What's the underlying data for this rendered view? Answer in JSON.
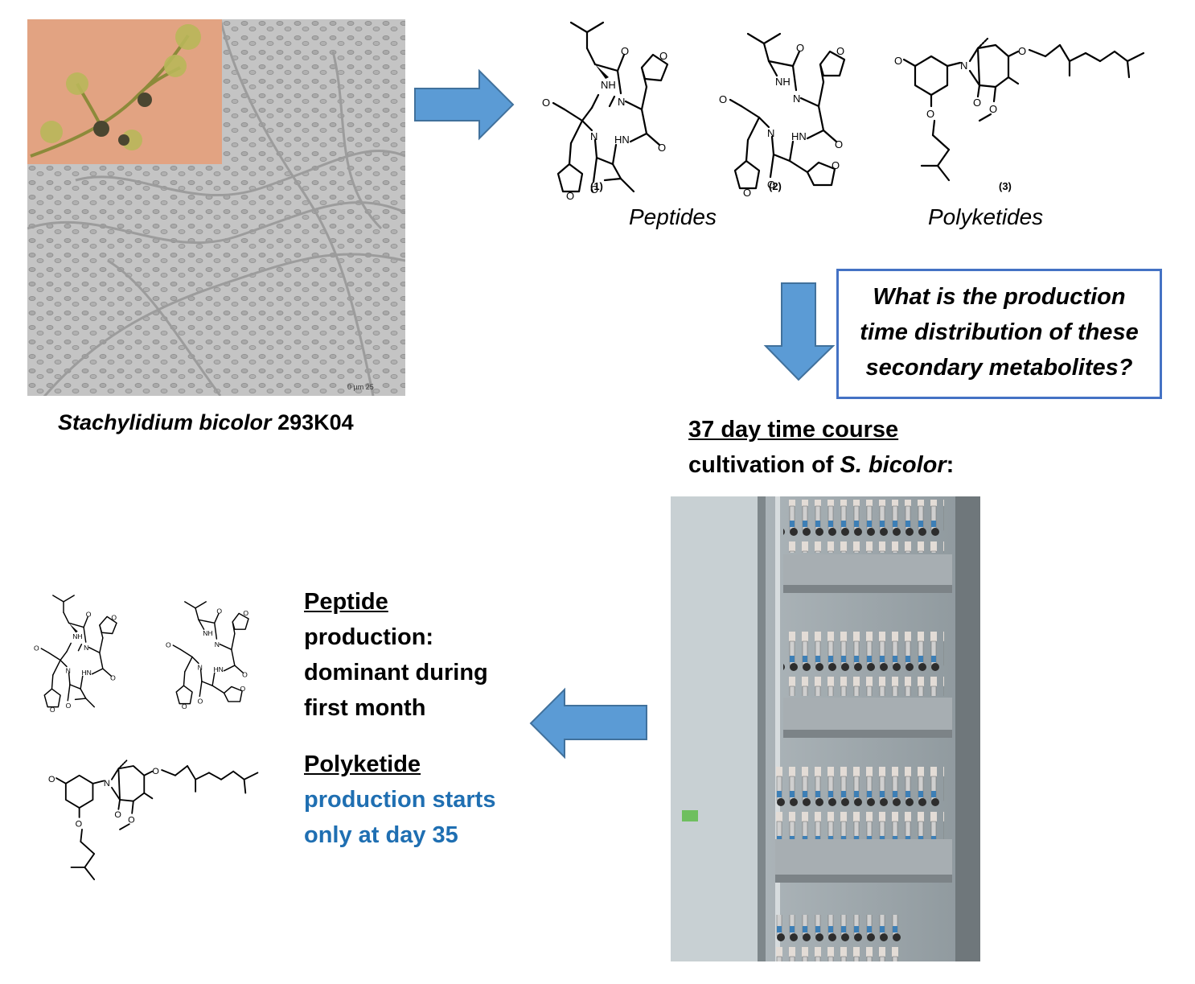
{
  "microscopy": {
    "species_name": "Stachylidium bicolor",
    "strain": "293K04",
    "scale_bar_text": "0 µm 25"
  },
  "compounds": {
    "labels": [
      "(1)",
      "(2)",
      "(3)"
    ],
    "peptides_label": "Peptides",
    "polyketides_label": "Polyketides"
  },
  "question": {
    "line1": "What is the production",
    "line2": "time distribution of these",
    "line3": "secondary metabolites?"
  },
  "time_course": {
    "heading": "37 day time course",
    "line2_prefix": "cultivation of ",
    "line2_species": "S. bicolor",
    "line2_suffix": ":"
  },
  "results": {
    "peptide_heading": "Peptide",
    "peptide_line1": "production:",
    "peptide_line2": "dominant during",
    "peptide_line3": "first month",
    "polyketide_heading": "Polyketide",
    "polyketide_line1": "production starts",
    "polyketide_line2": "only at day 35"
  },
  "colors": {
    "arrow_fill": "#5b9bd5",
    "arrow_stroke": "#41719c",
    "box_border": "#4472c4",
    "highlight_text": "#1f6fb2"
  },
  "icons": [
    "arrow-right-icon",
    "arrow-down-icon",
    "arrow-left-icon"
  ]
}
